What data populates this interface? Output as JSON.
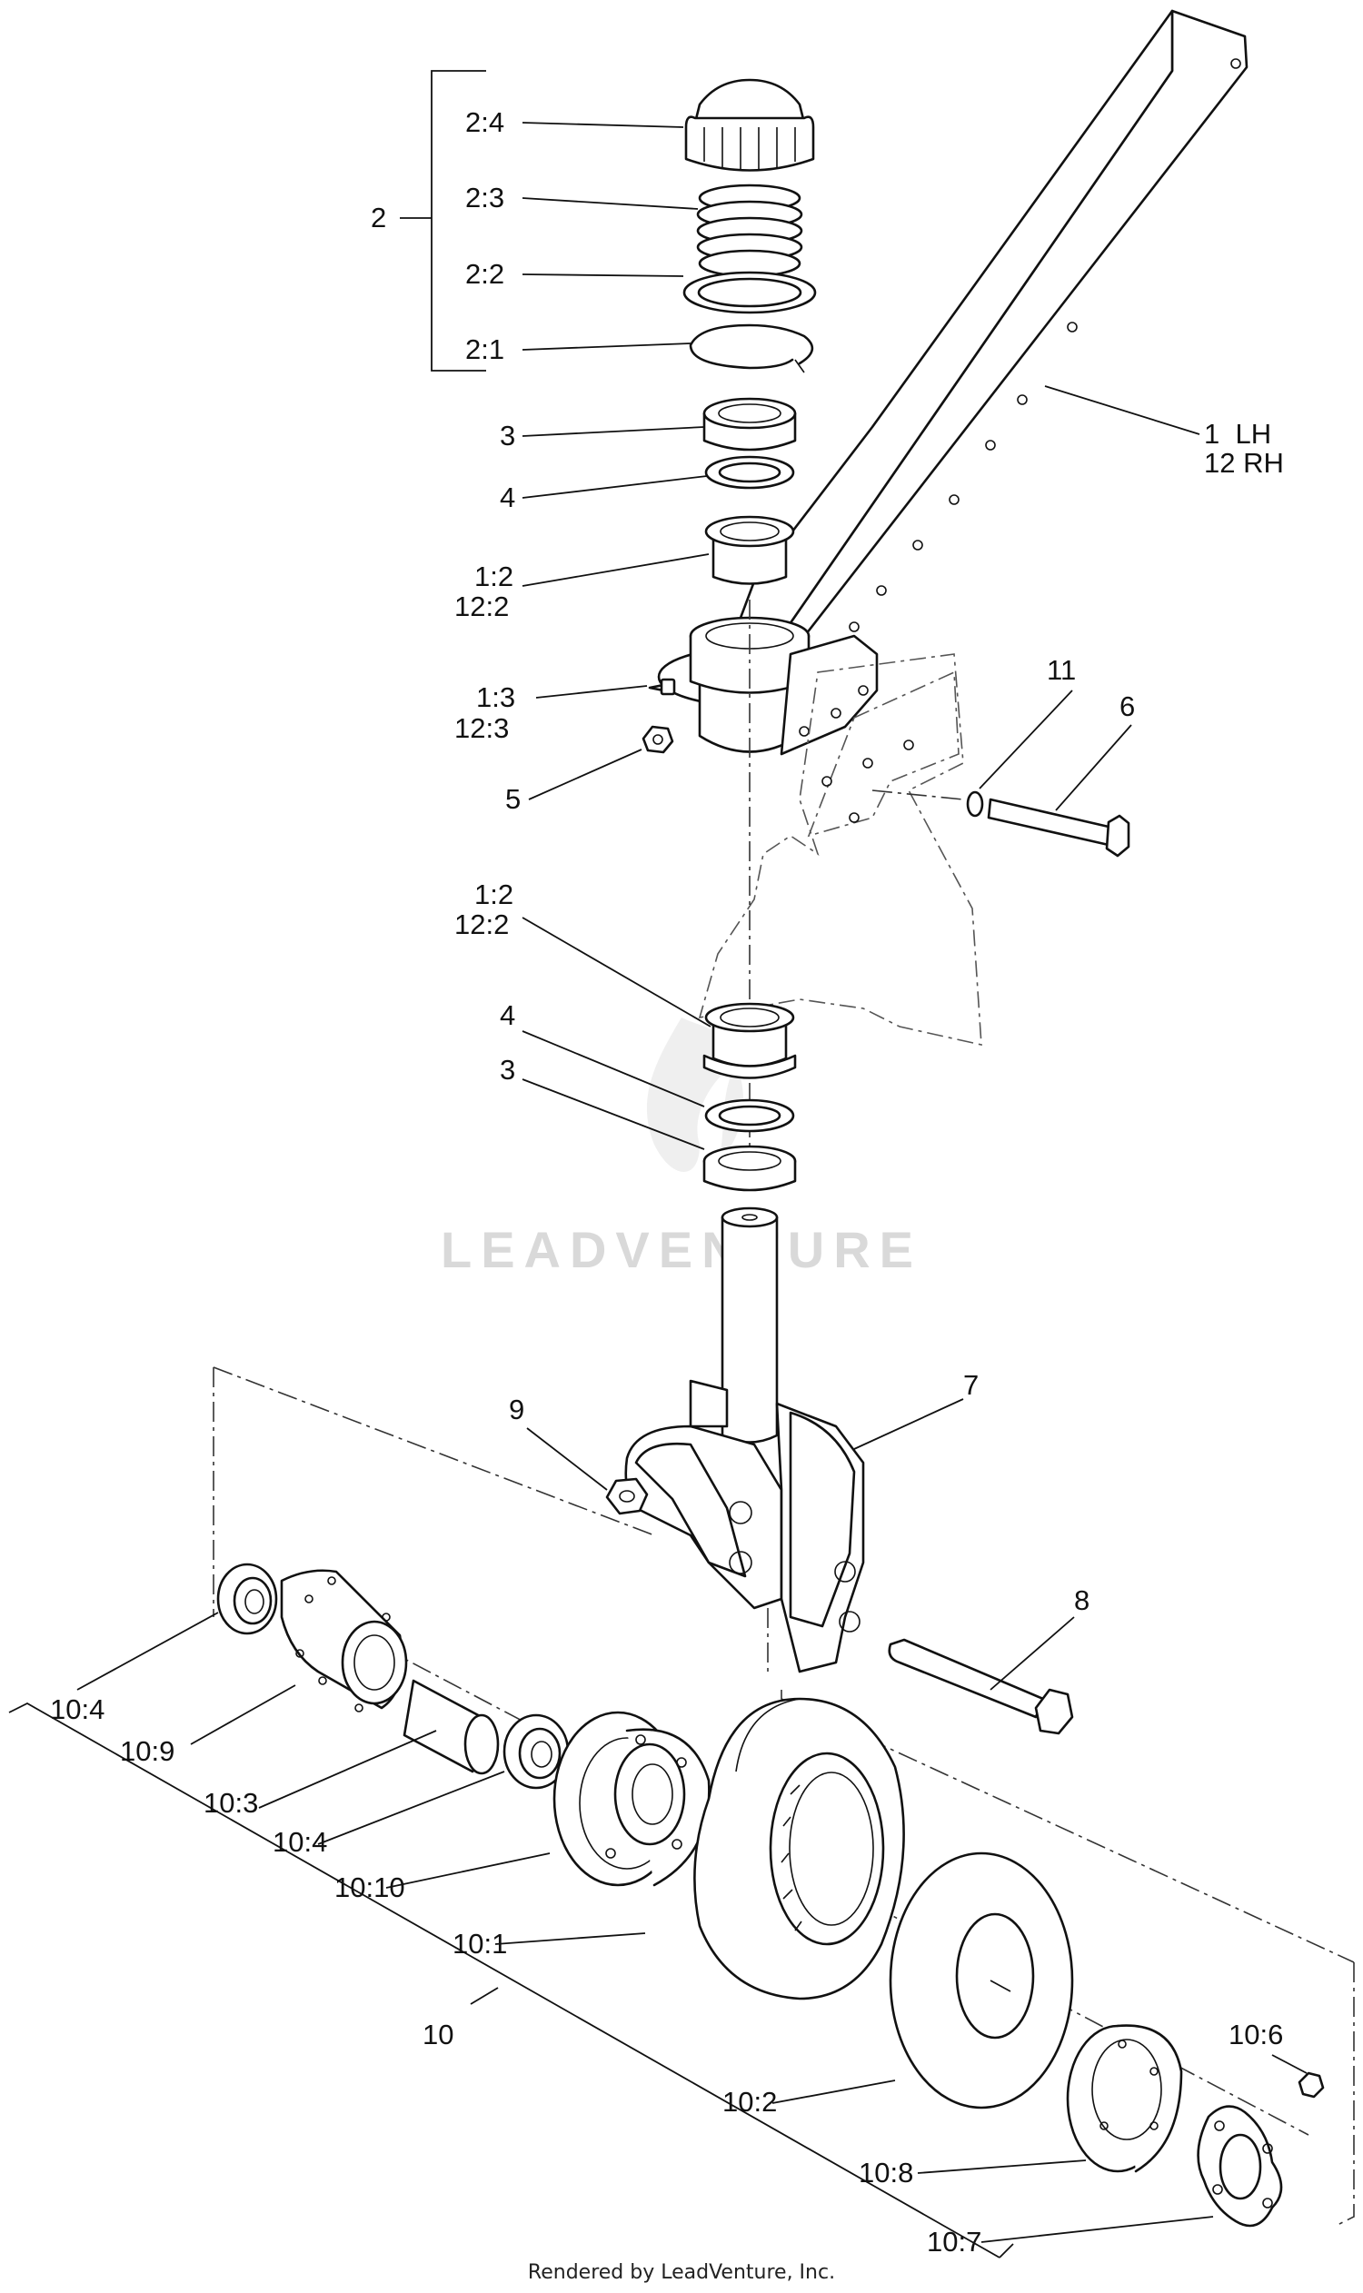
{
  "watermark": "LEADVENTURE",
  "credit": "Rendered by LeadVenture, Inc.",
  "colors": {
    "line": "#111111",
    "watermark": "#d9d9d9",
    "background": "#ffffff"
  },
  "callouts": [
    {
      "id": "2-4",
      "text": "2:4"
    },
    {
      "id": "2-3",
      "text": "2:3"
    },
    {
      "id": "2-2",
      "text": "2:2"
    },
    {
      "id": "2-1",
      "text": "2:1"
    },
    {
      "id": "2",
      "text": "2"
    },
    {
      "id": "3-top",
      "text": "3"
    },
    {
      "id": "4-top",
      "text": "4"
    },
    {
      "id": "1-2-top",
      "text": "1:2"
    },
    {
      "id": "12-2-top",
      "text": "12:2"
    },
    {
      "id": "1-3",
      "text": "1:3"
    },
    {
      "id": "12-3",
      "text": "12:3"
    },
    {
      "id": "5",
      "text": "5"
    },
    {
      "id": "1-lh",
      "text": "1  LH"
    },
    {
      "id": "12-rh",
      "text": "12 RH"
    },
    {
      "id": "11",
      "text": "11"
    },
    {
      "id": "6",
      "text": "6"
    },
    {
      "id": "1-2-mid",
      "text": "1:2"
    },
    {
      "id": "12-2-mid",
      "text": "12:2"
    },
    {
      "id": "4-mid",
      "text": "4"
    },
    {
      "id": "3-mid",
      "text": "3"
    },
    {
      "id": "7",
      "text": "7"
    },
    {
      "id": "9",
      "text": "9"
    },
    {
      "id": "8",
      "text": "8"
    },
    {
      "id": "10-4-a",
      "text": "10:4"
    },
    {
      "id": "10-9",
      "text": "10:9"
    },
    {
      "id": "10-3",
      "text": "10:3"
    },
    {
      "id": "10-4-b",
      "text": "10:4"
    },
    {
      "id": "10-10",
      "text": "10:10"
    },
    {
      "id": "10-1",
      "text": "10:1"
    },
    {
      "id": "10",
      "text": "10"
    },
    {
      "id": "10-2",
      "text": "10:2"
    },
    {
      "id": "10-6",
      "text": "10:6"
    },
    {
      "id": "10-8",
      "text": "10:8"
    },
    {
      "id": "10-7",
      "text": "10:7"
    }
  ]
}
